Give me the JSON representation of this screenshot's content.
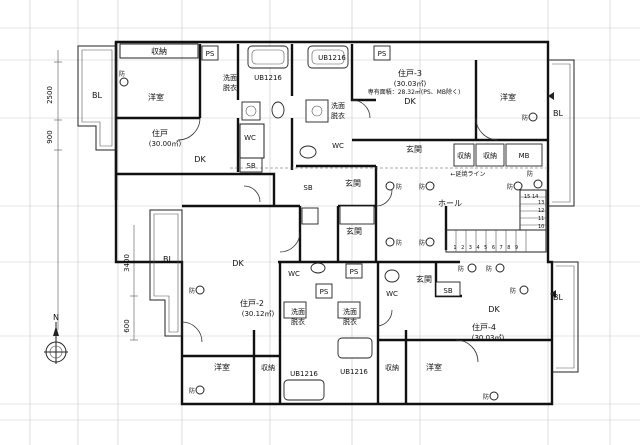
{
  "rooms": {
    "top_left": {
      "storage": "収納",
      "ps": "PS",
      "western": "洋室",
      "bl": "BL",
      "unit_label": "住戸",
      "unit_area": "(30.00㎡)",
      "dk": "DK"
    },
    "top_center": {
      "washroom_line1": "洗面",
      "washroom_line2": "脱衣",
      "ub_left": "UB1216",
      "ub_right": "UB1216",
      "wc": "WC",
      "sb": "SB"
    },
    "unit3": {
      "ps": "PS",
      "unit_label": "住戸-3",
      "unit_area": "(30.03㎡)",
      "note": "専有面積：28.32㎡(PS、MB除く)",
      "dk": "DK",
      "western": "洋室",
      "bl": "BL",
      "washroom_line1": "洗面",
      "washroom_line2": "脱衣",
      "wc": "WC",
      "entrance": "玄関",
      "storage": "収納"
    },
    "common": {
      "storage": "収納",
      "mb": "MB",
      "sb": "SB",
      "entrance_left": "玄関",
      "entrance_mid": "玄関",
      "extension_line": "←延焼ライン",
      "hall": "ホール",
      "stair_nums": [
        "15",
        "14",
        "13",
        "12",
        "11",
        "10"
      ],
      "stair_bottom": "123456789"
    },
    "unit2": {
      "bl": "BL",
      "dk": "DK",
      "unit_label": "住戸-2",
      "unit_area": "(30.12㎡)",
      "wc": "WC",
      "ps": "PS",
      "washroom_line1": "洗面",
      "washroom_line2": "脱衣",
      "western": "洋室",
      "storage": "収納",
      "ub": "UB1216"
    },
    "unit4": {
      "ps": "PS",
      "wc": "WC",
      "entrance": "玄関",
      "sb": "SB",
      "washroom_line1": "洗面",
      "washroom_line2": "脱衣",
      "dk": "DK",
      "bl": "BL",
      "unit_label": "住戸-4",
      "unit_area": "(30.03㎡)",
      "storage": "収納",
      "western": "洋室",
      "ub": "UB1216"
    }
  },
  "dimensions": [
    "2500",
    "900",
    "3400",
    "600"
  ],
  "compass": "N",
  "fire_marks": [
    "防",
    "防",
    "防",
    "防",
    "防",
    "防",
    "防",
    "防",
    "防",
    "防",
    "防",
    "防",
    "防",
    "防"
  ]
}
